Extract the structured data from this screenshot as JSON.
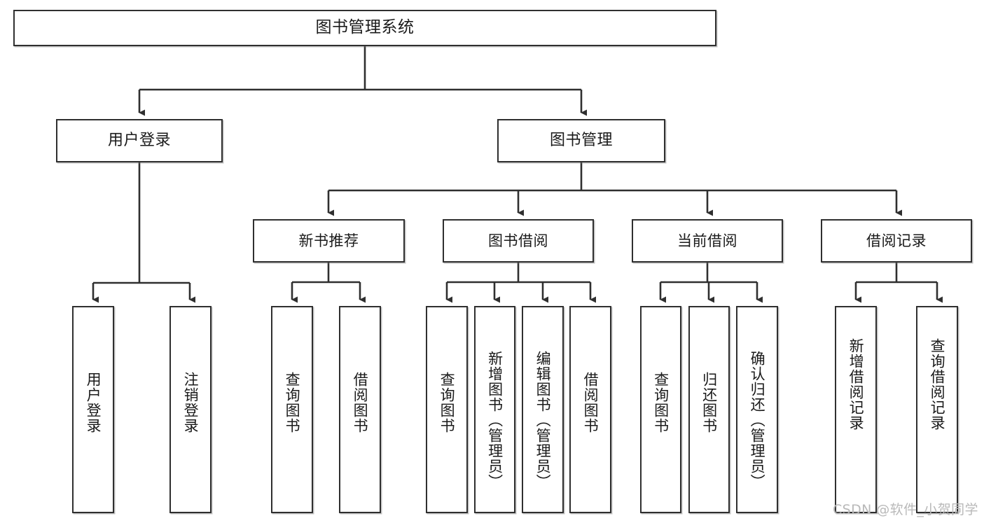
{
  "diagram": {
    "title": "图书管理系统",
    "type": "hierarchy-tree",
    "orientation": "top-down",
    "colors": {
      "box_border": "#2f2f2f",
      "box_fill": "#ffffff",
      "connector": "#2f2f2f",
      "text": "#1a1a1a",
      "watermark": "#b9b9b9"
    },
    "root": {
      "label": "图书管理系统"
    },
    "level2": [
      {
        "label": "用户登录"
      },
      {
        "label": "图书管理"
      }
    ],
    "level3": [
      {
        "label": "新书推荐"
      },
      {
        "label": "图书借阅"
      },
      {
        "label": "当前借阅"
      },
      {
        "label": "借阅记录"
      }
    ],
    "leaves": {
      "user_login": [
        {
          "label": "用户登录"
        },
        {
          "label": "注销登录"
        }
      ],
      "new_book_recommend": [
        {
          "label": "查询图书"
        },
        {
          "label": "借阅图书"
        }
      ],
      "book_borrow": [
        {
          "label": "查询图书"
        },
        {
          "label": "新增图书（管理员）"
        },
        {
          "label": "编辑图书（管理员）"
        },
        {
          "label": "借阅图书"
        }
      ],
      "current_borrow": [
        {
          "label": "查询图书"
        },
        {
          "label": "归还图书"
        },
        {
          "label": "确认归还（管理员）"
        }
      ],
      "borrow_record": [
        {
          "label": "新增借阅记录"
        },
        {
          "label": "查询借阅记录"
        }
      ]
    }
  },
  "watermark": {
    "text": "CSDN @软件_小贺同学"
  }
}
